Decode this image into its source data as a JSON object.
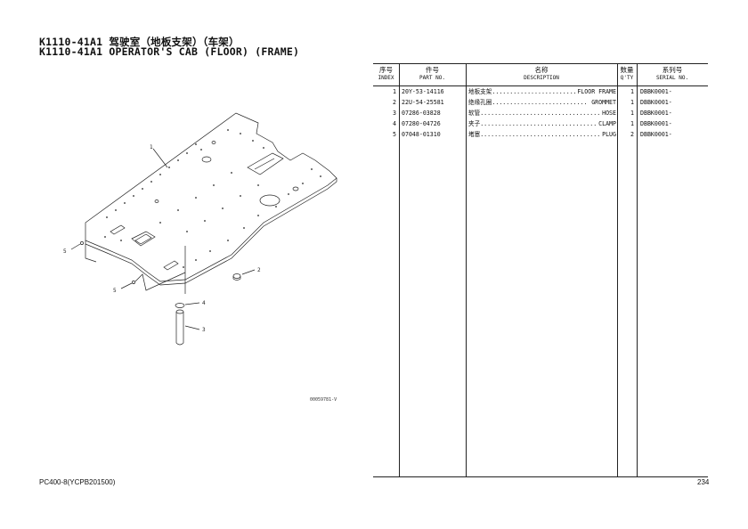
{
  "title": {
    "line1": "K1110-41A1 驾驶室（地板支架）（车架）",
    "line2": "K1110-41A1 OPERATOR'S CAB (FLOOR) (FRAME)"
  },
  "figure": {
    "code": "00059781-V",
    "callouts": [
      "1",
      "2",
      "3",
      "4",
      "5",
      "5"
    ]
  },
  "table": {
    "headers": [
      {
        "zh": "序号",
        "en": "INDEX"
      },
      {
        "zh": "件号",
        "en": "PART NO."
      },
      {
        "zh": "名称",
        "en": "DESCRIPTION"
      },
      {
        "zh": "数量",
        "en": "Q'TY"
      },
      {
        "zh": "系列号",
        "en": "SERIAL NO."
      }
    ],
    "rows": [
      {
        "index": "1",
        "part_no": "20Y-53-14116",
        "desc_zh": "地板支架",
        "desc_en": "FLOOR FRAME",
        "qty": "1",
        "serial": "DBBK0001-"
      },
      {
        "index": "2",
        "part_no": "22U-54-25581",
        "desc_zh": "绝缘孔圈",
        "desc_en": "GROMMET",
        "qty": "1",
        "serial": "DBBK0001-"
      },
      {
        "index": "3",
        "part_no": "07286-03828",
        "desc_zh": "软管",
        "desc_en": "HOSE",
        "qty": "1",
        "serial": "DBBK0001-"
      },
      {
        "index": "4",
        "part_no": "07280-04726",
        "desc_zh": "夹子",
        "desc_en": "CLAMP",
        "qty": "1",
        "serial": "DBBK0001-"
      },
      {
        "index": "5",
        "part_no": "07048-01310",
        "desc_zh": "堵塞",
        "desc_en": "PLUG",
        "qty": "2",
        "serial": "DBBK0001-"
      }
    ]
  },
  "footer": {
    "model": "PC400-8(YCPB201500)",
    "page": "234"
  }
}
